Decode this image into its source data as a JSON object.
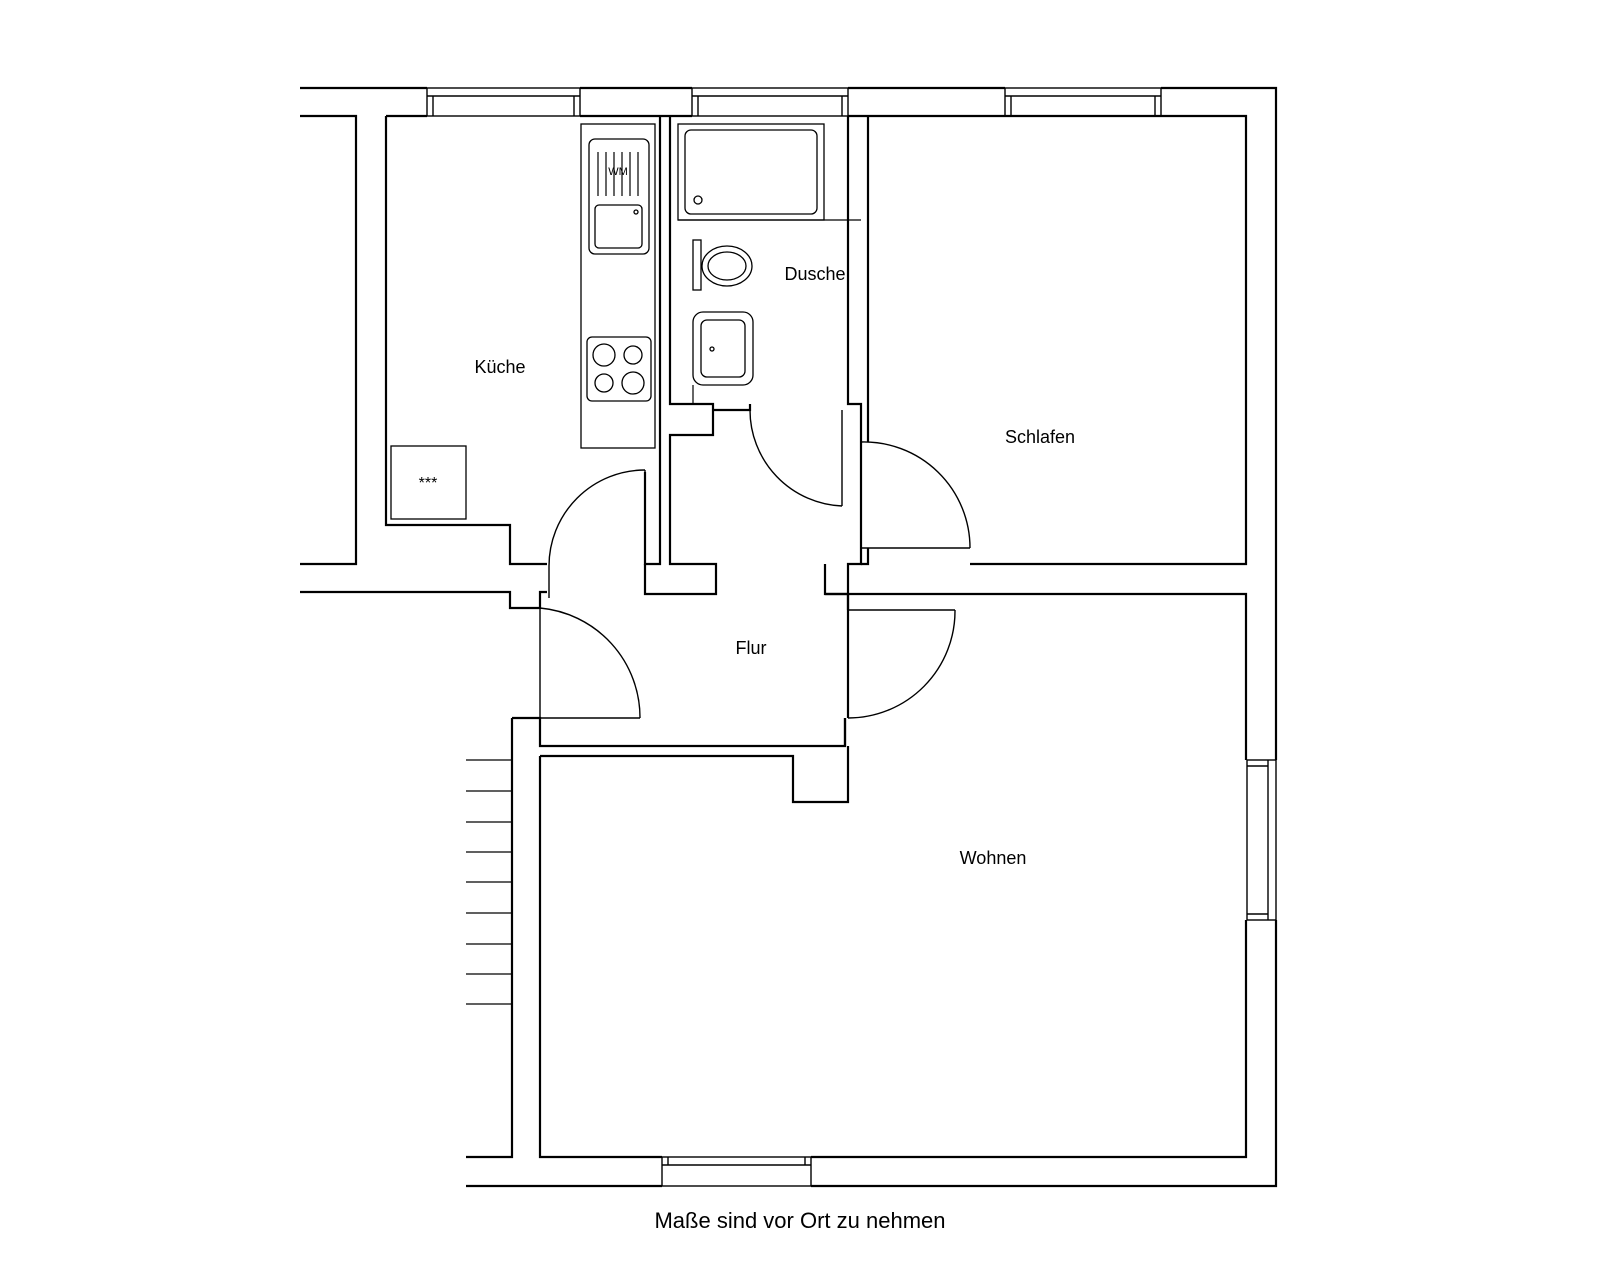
{
  "rooms": {
    "kueche": "Küche",
    "dusche": "Dusche",
    "schlafen": "Schlafen",
    "flur": "Flur",
    "wohnen": "Wohnen"
  },
  "fixtures": {
    "washing_machine": "WM",
    "appliance_marker": "***"
  },
  "note": "Maße sind vor Ort zu nehmen"
}
